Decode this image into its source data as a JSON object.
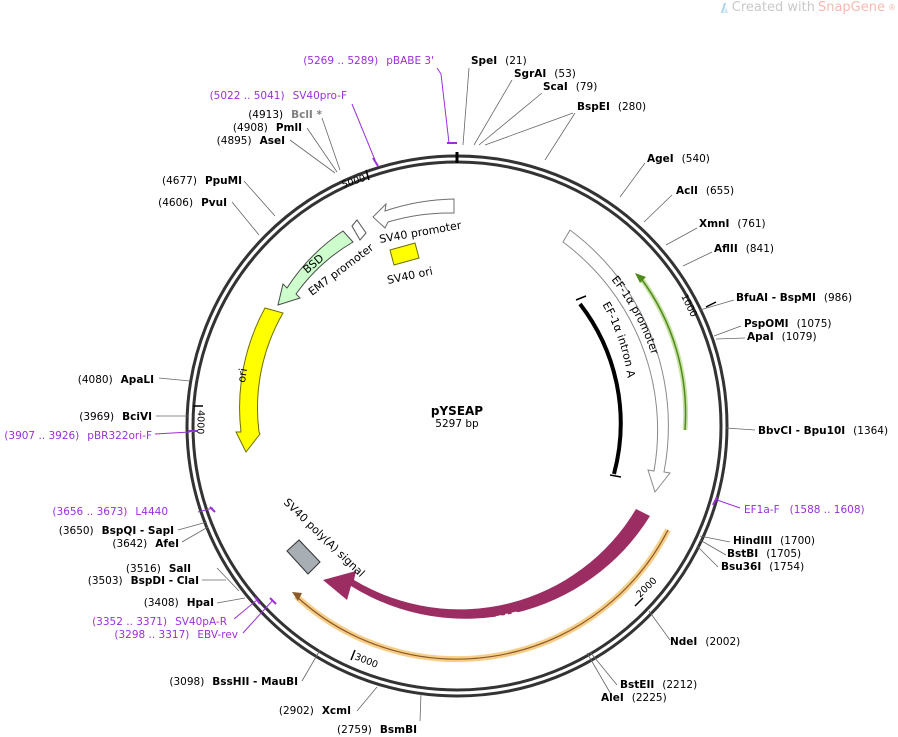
{
  "watermark": {
    "prefix": "Created with",
    "brand": "SnapGene",
    "mark": "®"
  },
  "plasmid": {
    "name": "pYSEAP",
    "size": "5297 bp"
  },
  "colors": {
    "backbone": "#333333",
    "seap": "#9c2d62",
    "ori": "#ffff00",
    "bsd": "#ccffcc",
    "sv40_polya": "#a7aeb4",
    "primer": "#a020f0",
    "ef1a_highlight": "#8ab83a",
    "seap_highlight": "#f5b440"
  },
  "ticks": [
    {
      "label": "1000"
    },
    {
      "label": "2000"
    },
    {
      "label": "3000"
    },
    {
      "label": "4000"
    },
    {
      "label": "5000"
    }
  ],
  "features": {
    "ef1a_promoter": "EF-1α promoter",
    "ef1a_intron": "EF-1α intron A",
    "seap": "SEAP",
    "sv40_polya": "SV40 poly(A) signal",
    "ori": "ori",
    "bsd": "BSD",
    "em7": "EM7 promoter",
    "sv40_promoter": "SV40 promoter",
    "sv40_ori": "SV40 ori"
  },
  "sites": [
    {
      "name": "SpeI",
      "pos": "(21)"
    },
    {
      "name": "SgrAI",
      "pos": "(53)"
    },
    {
      "name": "ScaI",
      "pos": "(79)"
    },
    {
      "name": "BspEI",
      "pos": "(280)"
    },
    {
      "name": "AgeI",
      "pos": "(540)"
    },
    {
      "name": "AclI",
      "pos": "(655)"
    },
    {
      "name": "XmnI",
      "pos": "(761)"
    },
    {
      "name": "AflII",
      "pos": "(841)"
    },
    {
      "name": "BfuAI  -  BspMI",
      "pos": "(986)"
    },
    {
      "name": "PspOMI",
      "pos": "(1075)"
    },
    {
      "name": "ApaI",
      "pos": "(1079)"
    },
    {
      "name": "BbvCI  -  Bpu10I",
      "pos": "(1364)"
    },
    {
      "name": "EF1a-F",
      "pos": "(1588 .. 1608)"
    },
    {
      "name": "HindIII",
      "pos": "(1700)"
    },
    {
      "name": "BstBI",
      "pos": "(1705)"
    },
    {
      "name": "Bsu36I",
      "pos": "(1754)"
    },
    {
      "name": "NdeI",
      "pos": "(2002)"
    },
    {
      "name": "BstEII",
      "pos": "(2212)"
    },
    {
      "name": "AleI",
      "pos": "(2225)"
    },
    {
      "name": "BsmBI",
      "pos": "(2759)"
    },
    {
      "name": "XcmI",
      "pos": "(2902)"
    },
    {
      "name": "BssHII  -  MauBI",
      "pos": "(3098)"
    },
    {
      "name": "EBV-rev",
      "pos": "(3298 .. 3317)"
    },
    {
      "name": "SV40pA-R",
      "pos": "(3352 .. 3371)"
    },
    {
      "name": "HpaI",
      "pos": "(3408)"
    },
    {
      "name": "BspDI  -  ClaI",
      "pos": "(3503)"
    },
    {
      "name": "SalI",
      "pos": "(3516)"
    },
    {
      "name": "AfeI",
      "pos": "(3642)"
    },
    {
      "name": "BspQI  -  SapI",
      "pos": "(3650)"
    },
    {
      "name": "L4440",
      "pos": "(3656 .. 3673)"
    },
    {
      "name": "pBR322ori-F",
      "pos": "(3907 .. 3926)"
    },
    {
      "name": "BciVI",
      "pos": "(3969)"
    },
    {
      "name": "ApaLI",
      "pos": "(4080)"
    },
    {
      "name": "PvuI",
      "pos": "(4606)"
    },
    {
      "name": "PpuMI",
      "pos": "(4677)"
    },
    {
      "name": "AseI",
      "pos": "(4895)"
    },
    {
      "name": "PmlI",
      "pos": "(4908)"
    },
    {
      "name": "BclI *",
      "pos": "(4913)"
    },
    {
      "name": "SV40pro-F",
      "pos": "(5022 .. 5041)"
    },
    {
      "name": "pBABE 3'",
      "pos": "(5269 .. 5289)"
    }
  ]
}
